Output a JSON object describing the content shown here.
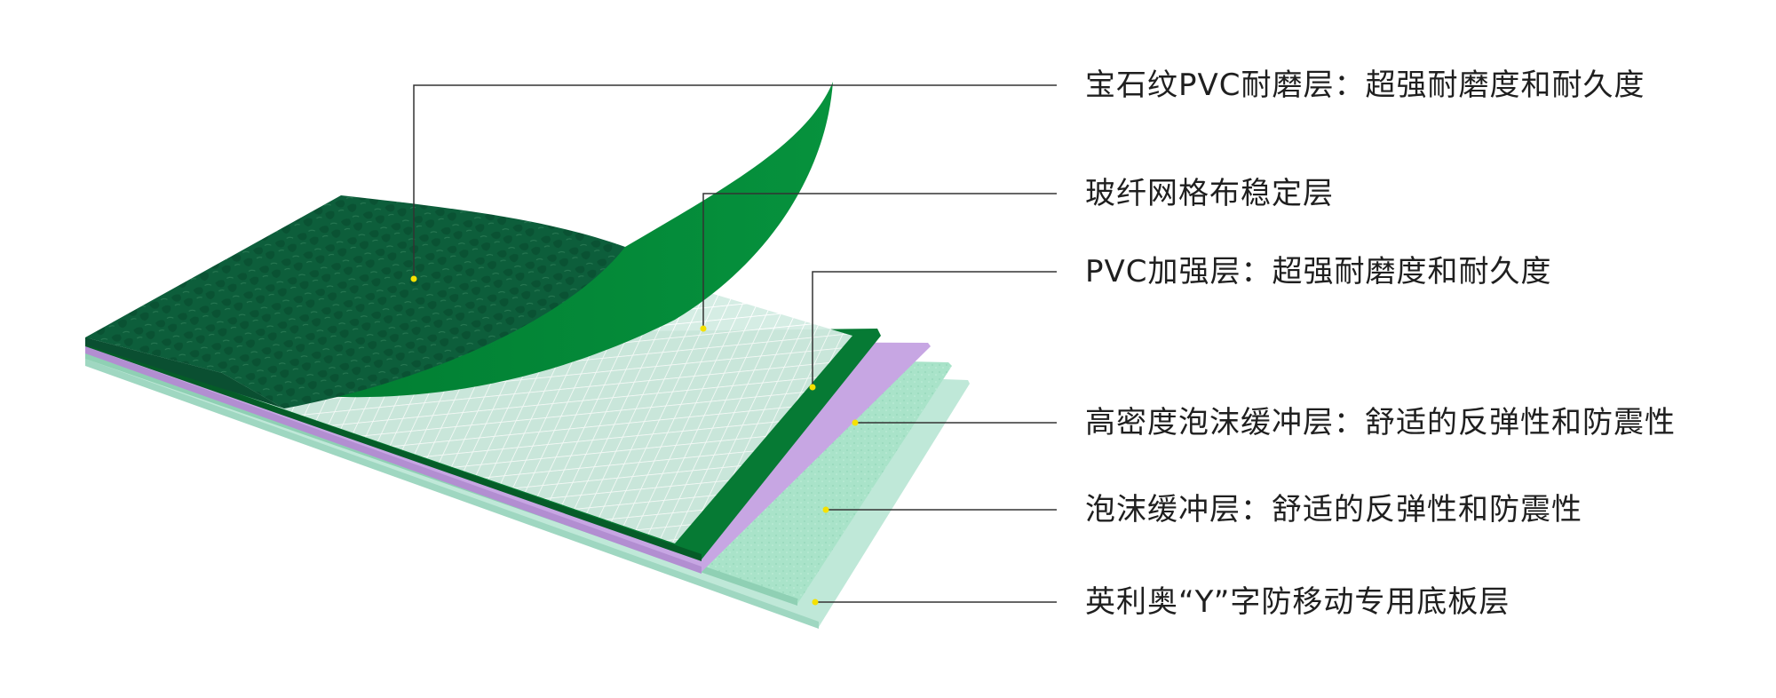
{
  "colors": {
    "surface_green": "#0d5e3b",
    "curl_green": "#028535",
    "reinforce_green": "#067a34",
    "foam_purple": "#c7a6e3",
    "foam_mint": "#a9e3c9",
    "base_mint": "#bfe8d8",
    "marker_yellow": "#f5e100"
  },
  "layers": [
    {
      "label": "宝石纹PVC耐磨层：超强耐磨度和耐久度"
    },
    {
      "label": "玻纤网格布稳定层"
    },
    {
      "label": "PVC加强层：超强耐磨度和耐久度"
    },
    {
      "label": "高密度泡沫缓冲层：舒适的反弹性和防震性"
    },
    {
      "label": "泡沫缓冲层：舒适的反弹性和防震性"
    },
    {
      "label": "英利奥“Y”字防移动专用底板层"
    }
  ]
}
